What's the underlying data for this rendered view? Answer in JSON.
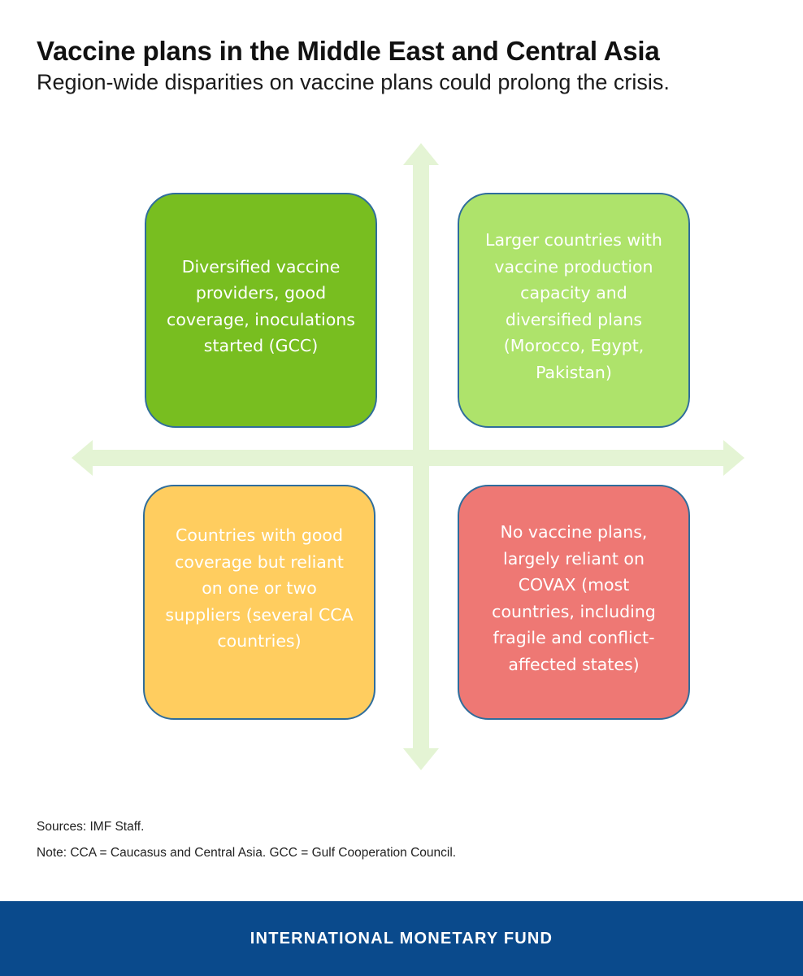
{
  "header": {
    "title": "Vaccine plans in the Middle East and Central Asia",
    "subtitle": "Region-wide disparities on vaccine plans could prolong the crisis."
  },
  "quadrants": {
    "top_left": {
      "text": "Diversified vaccine providers, good coverage, inoculations started (GCC)",
      "color": "#78be20"
    },
    "top_right": {
      "text": "Larger countries with vaccine production capacity and diversified plans (Morocco, Egypt, Pakistan)",
      "color": "#aee36b"
    },
    "bottom_left": {
      "text": "Countries with good coverage but reliant on one or two suppliers (several CCA countries)",
      "color": "#ffcd5f"
    },
    "bottom_right": {
      "text": "No vaccine plans, largely reliant on COVAX (most countries, including fragile and conflict-affected states)",
      "color": "#ee7874"
    }
  },
  "axis_color": "#e4f4d4",
  "box_border_color": "#2f6d9c",
  "footnotes": {
    "sources": "Sources: IMF Staff.",
    "note": "Note: CCA = Caucasus and Central Asia. GCC = Gulf Cooperation Council."
  },
  "footer": {
    "org_name": "INTERNATIONAL MONETARY FUND",
    "color": "#0a4a8c"
  }
}
